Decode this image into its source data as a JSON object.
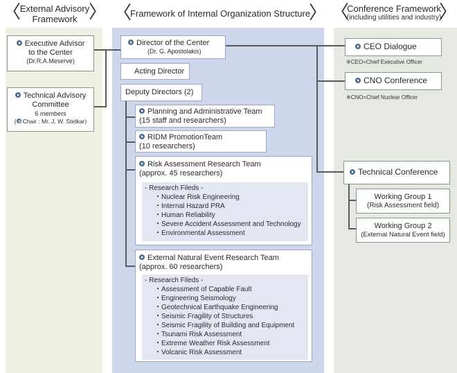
{
  "headings": {
    "left": [
      "External Advisory",
      "Framework"
    ],
    "middle": "Framework of Internal Organization Structure",
    "right": "Conference Framework",
    "right_sub": "(including utilities and industry)"
  },
  "advisory": {
    "executive": {
      "title_1": "Executive Advisor",
      "title_2": "to the Center",
      "name": "Dr.R.A.Meserve"
    },
    "technical": {
      "title_1": "Technical Advisory",
      "title_2": "Committee",
      "members": "6 members",
      "chair": "Chair : Mr. J. W. Stetkar"
    }
  },
  "org": {
    "director": {
      "title": "Director of the Center",
      "name": "(Dr. G. Apostolakis)"
    },
    "acting_director": "Acting Director",
    "deputy_directors": "Deputy Directors (2)",
    "planning": {
      "title": "Planning and Administrative Team",
      "staff": "(15 staff and researchers)"
    },
    "ridm": {
      "title": "RIDM PromotionTeam",
      "staff": "(10 researchers)"
    },
    "risk": {
      "title": "Risk Assessment Research Team",
      "staff": "(approx. 45 researchers)",
      "fields_title": "- Research Fileds -",
      "fields": [
        "Nuclear Risk Engineering",
        "Internal Hazard PRA",
        "Human Reliability",
        "Severe Accident Assessment and Technology",
        "Environmental Assessment"
      ]
    },
    "external": {
      "title": "External Natural Event Research Team",
      "staff": "(approx. 60 researchers)",
      "fields_title": "- Research Fileds -",
      "fields": [
        "Assessment of Capable Fault",
        "Engineering Seismology",
        "Geotechnical Earthquake Engineering",
        "Seismic Fragility of Structures",
        "Seismic Fragility of Building and Equipment",
        "Tsunami Risk Assessment",
        "Extreme Weather Risk Assessment",
        "Volcanic Risk Assessment"
      ]
    }
  },
  "conference": {
    "ceo": {
      "title": "CEO Dialogue",
      "note": "※CEO=Chief Executive Officer"
    },
    "cno": {
      "title": "CNO Conference",
      "note": "※CNO=Chief Nuclear Officer"
    },
    "technical": "Technical Conference",
    "wg1": {
      "title": "Working Group 1",
      "sub": "(Risk Assessment field)"
    },
    "wg2": {
      "title": "Working Group 2",
      "sub": "(External Natural Event field)"
    }
  }
}
